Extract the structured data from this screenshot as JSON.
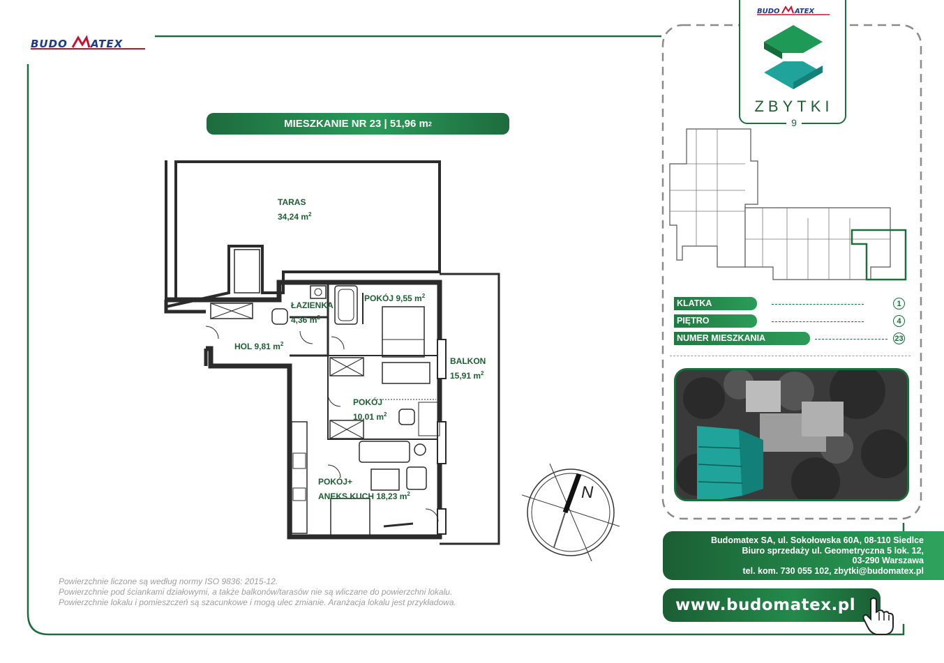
{
  "brand": {
    "name": "BUDOMATEX",
    "color_red": "#c8102e",
    "color_blue": "#1b3a8c"
  },
  "header": {
    "title": "MIESZKANIE NR 23 | 51,96 m",
    "title_sup": "2"
  },
  "rooms": [
    {
      "name": "TARAS",
      "area": "34,24 m",
      "sup": "2"
    },
    {
      "name": "ŁAZIENKA",
      "area": "4,36 m",
      "sup": "2"
    },
    {
      "name": "POKÓJ 9,55 m",
      "area": "",
      "sup": "2"
    },
    {
      "name": "HOL 9,81 m",
      "area": "",
      "sup": "2"
    },
    {
      "name": "BALKON",
      "area": "15,91 m",
      "sup": "2"
    },
    {
      "name": "POKÓJ",
      "area": "10,01 m",
      "sup": "2"
    },
    {
      "name": "POKÓJ+",
      "area": "ANEKS.KUCH 18,23 m",
      "sup": "2"
    }
  ],
  "compass": {
    "label": "N"
  },
  "footnotes": [
    "Powierzchnie liczone są według normy ISO 9836: 2015-12.",
    "Powierzchnie pod ściankami działowymi, a także balkonów/tarasów nie są wliczane do powierzchni lokalu.",
    "Powierzchnie lokalu i pomieszczeń są szacunkowe i mogą ulec zmianie. Aranżacja lokalu jest przykładowa."
  ],
  "project": {
    "name": "ZBYTKI",
    "number": "9"
  },
  "info": [
    {
      "label": "KLATKA",
      "value": "1"
    },
    {
      "label": "PIĘTRO",
      "value": "4"
    },
    {
      "label": "NUMER MIESZKANIA",
      "value": "23"
    }
  ],
  "contact": {
    "line1": "Budomatex SA, ul. Sokołowska 60A, 08-110 Siedlce",
    "line2": "Biuro sprzedaży ul. Geometryczna 5 lok. 12,",
    "line3": "03-290 Warszawa",
    "line4": "tel. kom. 730 055 102, zbytki@budomatex.pl"
  },
  "website": "www.budomatex.pl",
  "colors": {
    "green_dark": "#1e6b3d",
    "green_mid": "#2a9a58",
    "teal": "#1fa39a"
  }
}
